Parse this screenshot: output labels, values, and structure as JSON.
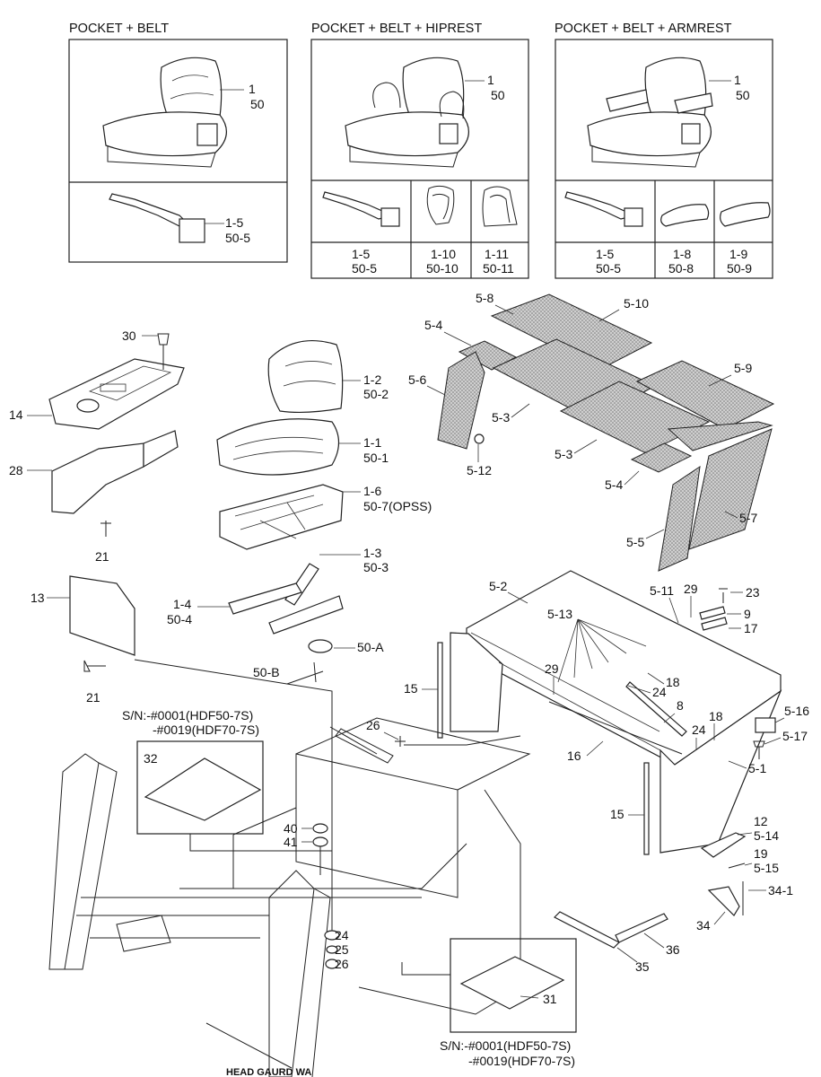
{
  "variants": [
    {
      "title": "POCKET + BELT",
      "callout": [
        "1",
        "50"
      ],
      "parts": [
        {
          "no": "1-5",
          "alt": "50-5"
        }
      ]
    },
    {
      "title": "POCKET + BELT + HIPREST",
      "callout": [
        "1",
        "50"
      ],
      "parts": [
        {
          "no": "1-5",
          "alt": "50-5"
        },
        {
          "no": "1-10",
          "alt": "50-10"
        },
        {
          "no": "1-11",
          "alt": "50-11"
        }
      ]
    },
    {
      "title": "POCKET + BELT + ARMREST",
      "callout": [
        "1",
        "50"
      ],
      "parts": [
        {
          "no": "1-5",
          "alt": "50-5"
        },
        {
          "no": "1-8",
          "alt": "50-8"
        },
        {
          "no": "1-9",
          "alt": "50-9"
        }
      ]
    }
  ],
  "labels": {
    "l30": "30",
    "l14": "14",
    "l28": "28",
    "l21a": "21",
    "l13": "13",
    "l21b": "21",
    "l1_2": "1-2",
    "l50_2": "50-2",
    "l1_1": "1-1",
    "l50_1": "50-1",
    "l1_6": "1-6",
    "l50_7": "50-7(OPSS)",
    "l1_3": "1-3",
    "l50_3": "50-3",
    "l1_4": "1-4",
    "l50_4": "50-4",
    "l50_A": "50-A",
    "l50_B": "50-B",
    "l5_8": "5-8",
    "l5_10": "5-10",
    "l5_4a": "5-4",
    "l5_6": "5-6",
    "l5_9": "5-9",
    "l5_3a": "5-3",
    "l5_3b": "5-3",
    "l5_12": "5-12",
    "l5_4b": "5-4",
    "l5_5": "5-5",
    "l5_7": "5-7",
    "l5_2": "5-2",
    "l5_11": "5-11",
    "l29a": "29",
    "l23": "23",
    "l9": "9",
    "l5_13": "5-13",
    "l17": "17",
    "l15a": "15",
    "l29b": "29",
    "l18a": "18",
    "l24a": "24",
    "l18b": "18",
    "l8": "8",
    "l24b": "24",
    "l5_16": "5-16",
    "l5_17": "5-17",
    "l16": "16",
    "l5_1": "5-1",
    "l15b": "15",
    "l12": "12",
    "l5_14": "5-14",
    "l19": "19",
    "l5_15": "5-15",
    "l34_1": "34-1",
    "l34": "34",
    "l36": "36",
    "l35": "35",
    "l26a": "26",
    "l32": "32",
    "l40": "40",
    "l41": "41",
    "l24c": "24",
    "l25": "25",
    "l26b": "26",
    "l31": "31"
  },
  "sn_top": [
    "S/N:-#0001(HDF50-7S)",
    "-#0019(HDF70-7S)"
  ],
  "sn_bottom": [
    "S/N:-#0001(HDF50-7S)",
    "-#0019(HDF70-7S)"
  ],
  "footer_label": "HEAD GAURD WA"
}
